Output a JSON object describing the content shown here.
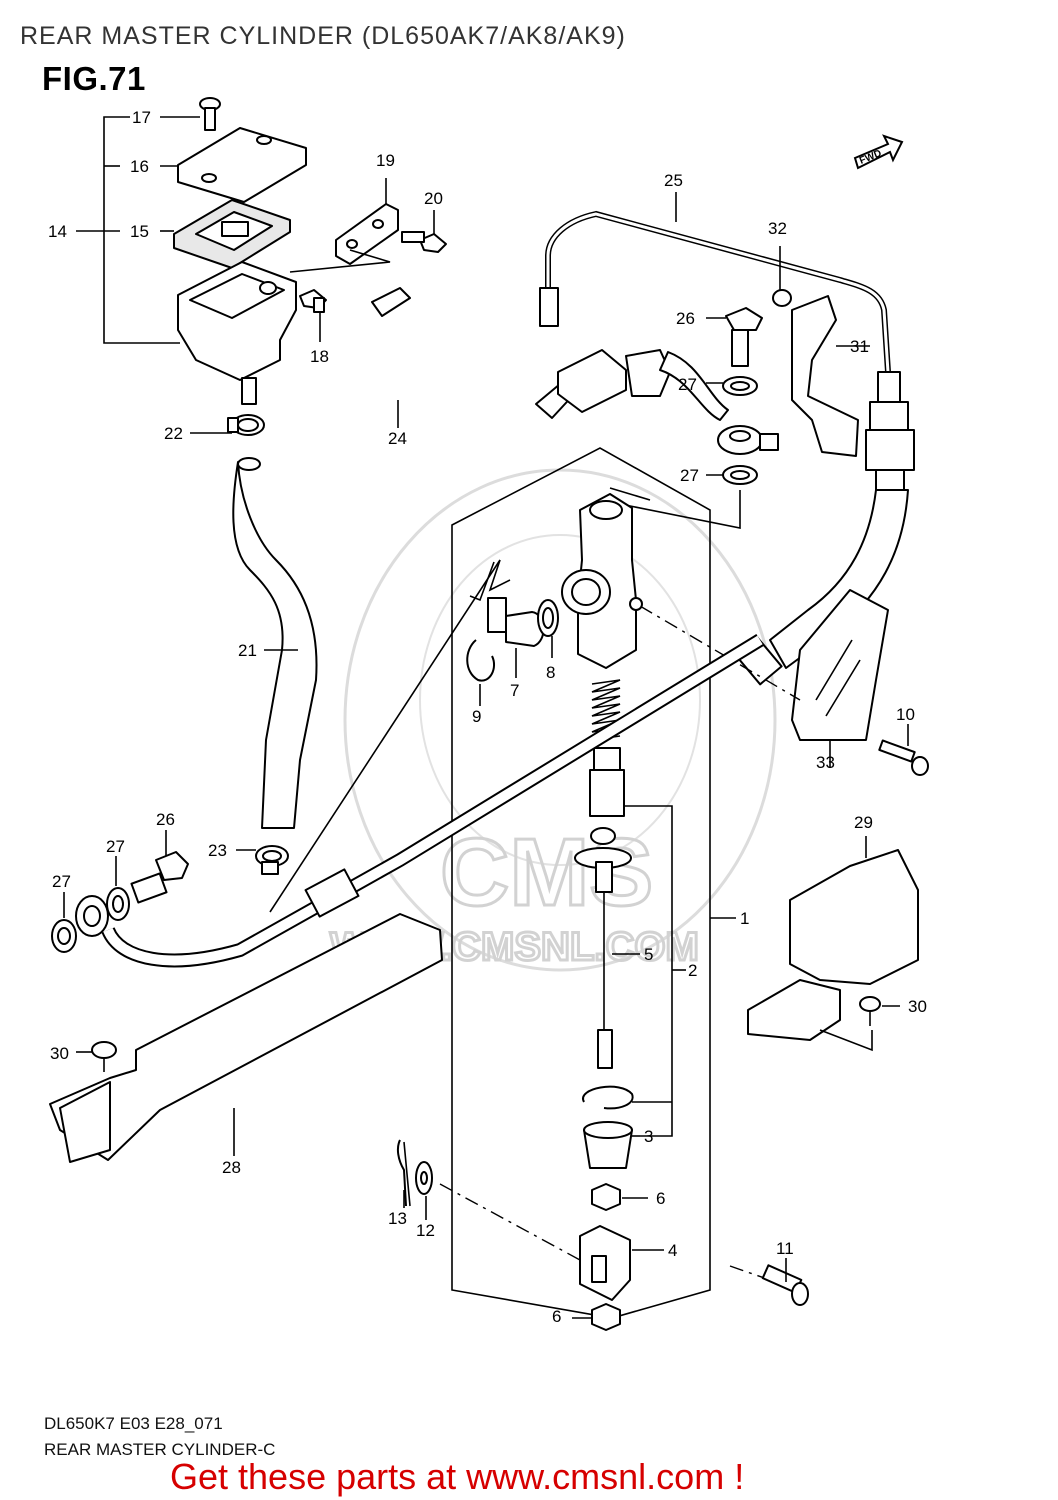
{
  "header": {
    "title": "REAR MASTER CYLINDER (DL650AK7/AK8/AK9)",
    "figure": "FIG.71"
  },
  "badge": {
    "fwd": "FWD"
  },
  "watermark": {
    "brand": "CMS",
    "url": "WWW.CMSNL.COM"
  },
  "callouts": {
    "n1": "1",
    "n2": "2",
    "n3": "3",
    "n4": "4",
    "n5": "5",
    "n6a": "6",
    "n6b": "6",
    "n7": "7",
    "n8": "8",
    "n9": "9",
    "n10": "10",
    "n11": "11",
    "n12": "12",
    "n13": "13",
    "n14": "14",
    "n15": "15",
    "n16": "16",
    "n17": "17",
    "n18": "18",
    "n19": "19",
    "n20": "20",
    "n21": "21",
    "n22": "22",
    "n23": "23",
    "n24": "24",
    "n25": "25",
    "n26a": "26",
    "n26b": "26",
    "n27a": "27",
    "n27b": "27",
    "n27c": "27",
    "n27d": "27",
    "n28": "28",
    "n29": "29",
    "n30a": "30",
    "n30b": "30",
    "n31": "31",
    "n32": "32",
    "n33": "33"
  },
  "footer": {
    "code": "DL650K7 E03 E28_071",
    "name": "REAR MASTER CYLINDER-C",
    "cta": "Get these parts at www.cmsnl.com !",
    "cta_color": "#d60000"
  }
}
